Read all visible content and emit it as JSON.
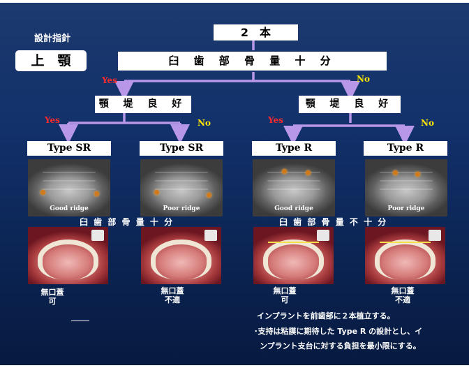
{
  "colors": {
    "arrow": "#b897e8",
    "yes": "#ff2a2a",
    "no": "#ffe600",
    "implant": "#d07a1c"
  },
  "header": {
    "design_label": "設計指針",
    "jaw_label": "上　顎",
    "top_box": "2　本",
    "bone_box": "臼 歯 部 骨 量 十 分"
  },
  "branch_labels": {
    "yes": "Yes",
    "no": "No"
  },
  "ridge_box": "顎 堤 良 好",
  "types": [
    "Type SR",
    "Type SR",
    "Type R",
    "Type R"
  ],
  "xray_labels": [
    "Good ridge",
    "Poor ridge",
    "Good ridge",
    "Poor ridge"
  ],
  "bone_notes": {
    "left": "臼 歯 部 骨 量 十 分",
    "right": "臼 歯 部 骨 量 不 十 分"
  },
  "outcomes": [
    {
      "line1": "無口蓋",
      "line2": "可"
    },
    {
      "line1": "無口蓋",
      "line2": "不適"
    },
    {
      "line1": "無口蓋",
      "line2": "可"
    },
    {
      "line1": "無口蓋",
      "line2": "不適"
    }
  ],
  "footer": {
    "line1": "インプラントを前歯部に２本植立する。",
    "line2": "･支持は粘膜に期待した Type R の設計とし、イ",
    "line3": "ンプラント支台に対する負担を最小限にする。"
  }
}
